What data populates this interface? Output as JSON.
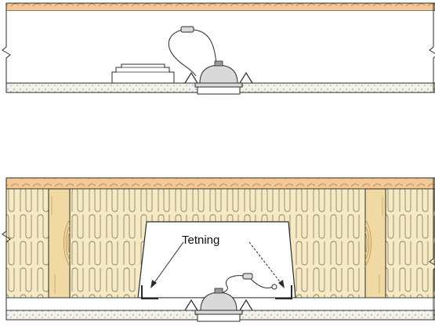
{
  "diagram": {
    "callout": {
      "label": "Tetning"
    },
    "colors": {
      "line": "#2b2b2b",
      "wood_panel": "#f2c896",
      "wood_grain": "#b07a45",
      "insulation": "#f6eac4",
      "insulation_line": "#8c8466",
      "timber_joist": "#f0d9a2",
      "timber_ring": "#b89256",
      "plaster": "#f4f1ea",
      "plaster_dot": "#7a766c",
      "fixture_fill": "#d9d9d9",
      "fixture_dark": "#9a9a9a",
      "box_fill": "#ffffff"
    },
    "icons": [
      "downlight-fixture",
      "junction-box",
      "spring-clip",
      "sealing-arrow"
    ]
  }
}
